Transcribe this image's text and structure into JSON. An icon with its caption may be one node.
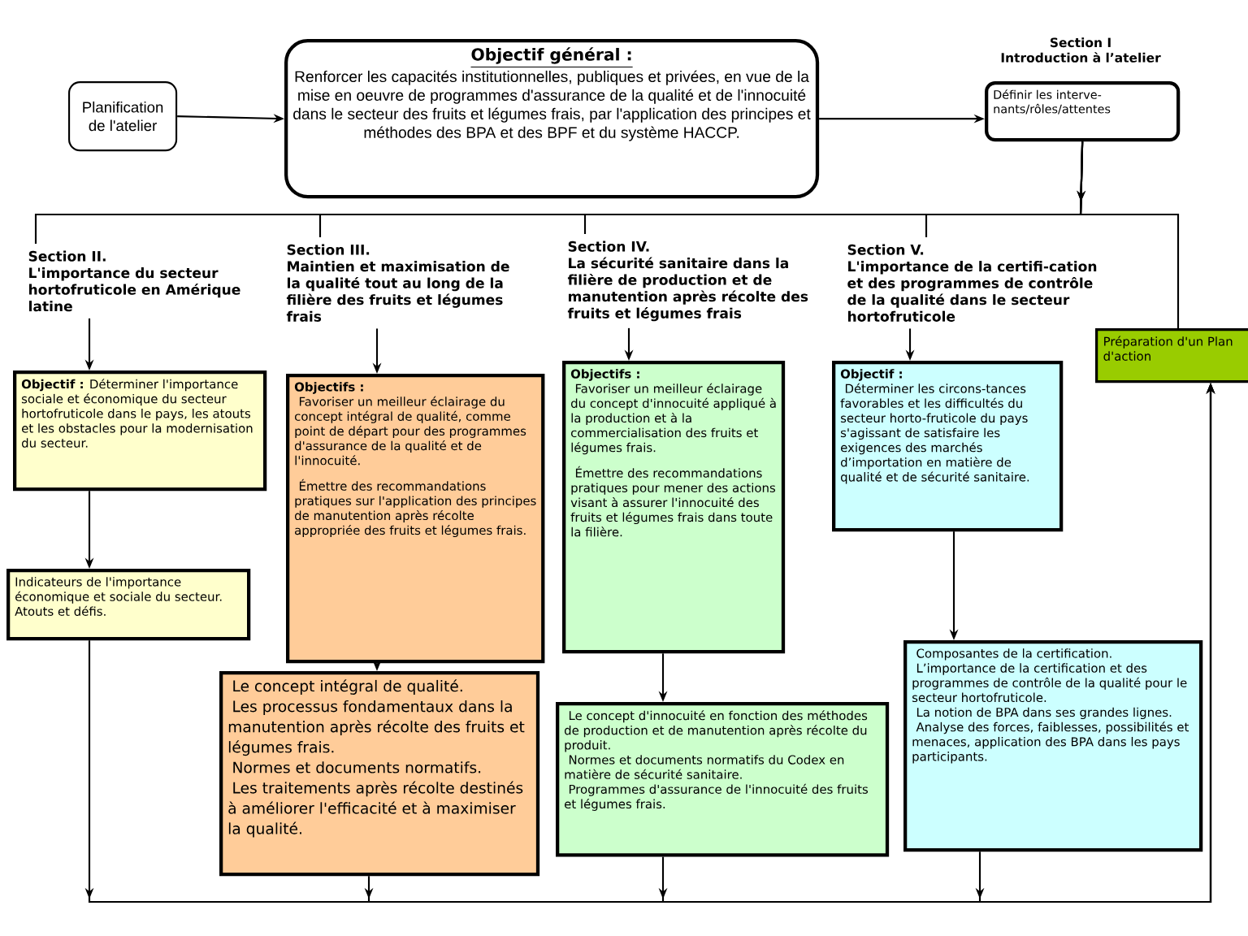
{
  "diagram": {
    "nodes": [
      {
        "text": [
          "Planification de l'atelier"
        ]
      },
      {
        "text": [
          "Objectif général :",
          "Renforcer les capacités institutionnelles, publiques et privées, en vue de la mise en oeuvre de programmes d'assurance de la qualité et de l'innocuité dans le secteur des fruits et légumes frais, par l'application des principes et méthodes des BPA et des BPF et du système HACCP."
        ]
      },
      {
        "text": [
          "Section I",
          "Introduction à l’atelier",
          "Définir les interve- nants/rôles/attentes"
        ]
      },
      {
        "text": [
          "Section II.",
          "L'importance du secteur hortofruticole en Amérique latine"
        ]
      },
      {
        "text": [
          "Section III.",
          "Maintien et maximisation de la qualité tout au long de la filière des fruits et légumes frais"
        ]
      },
      {
        "text": [
          "Section IV.",
          "La sécurité sanitaire dans la filière de production et de manutention après récolte des fruits et légumes frais"
        ]
      },
      {
        "text": [
          "Section V.",
          "L'importance de la  certifi-cation et des programmes de contrôle de la qualité dans le secteur hortofruticole"
        ]
      },
      {
        "text": [
          "Objectif :",
          "Déterminer l'importance sociale et économique du secteur hortofruticole dans le pays, les atouts et les obstacles pour la modernisation du secteur."
        ]
      },
      {
        "text": [
          "Indicateurs de l'importance économique et sociale du secteur. Atouts et défis."
        ]
      },
      {
        "text": [
          "Objectifs :",
          "Favoriser un meilleur éclairage du concept intégral de qualité, comme point de départ pour des programmes d'assurance de la qualité et de l'innocuité.",
          "Émettre des recommandations pratiques sur l'application des principes de manutention après récolte appropriée des fruits et légumes frais."
        ]
      },
      {
        "text": [
          "Le concept intégral de qualité.",
          "Les processus fondamentaux dans la manutention après récolte des fruits et légumes frais.",
          "Normes et documents normatifs.",
          "Les traitements après récolte destinés à améliorer l'efficacité et à maximiser la qualité."
        ]
      },
      {
        "text": [
          "Objectifs :",
          "Favoriser un meilleur éclairage du concept d'innocuité appliqué à la production et à la commercialisation des fruits et légumes frais.",
          "Émettre des recommandations pratiques pour mener des actions visant à assurer l'innocuité des fruits et légumes frais dans toute la filière."
        ]
      },
      {
        "text": [
          "Le concept d'innocuité en fonction des méthodes de production et de manutention après récolte du produit.",
          "Normes et documents normatifs du Codex en matière de sécurité sanitaire.",
          "Programmes d'assurance de l'innocuité des fruits et légumes frais."
        ]
      },
      {
        "text": [
          "Objectif :",
          "Déterminer les circons-tances favorables et les difficultés du secteur horto-fruticole du pays s'agissant de satisfaire les exigences des marchés d’importation en matière de qualité et de sécurité sanitaire."
        ]
      },
      {
        "text": [
          "Composantes de la certification.",
          "L’importance de la certification et des programmes de contrôle de la qualité pour le secteur hortofruticole.",
          "La notion de BPA dans ses grandes lignes.",
          "Analyse des forces, faiblesses, possibilités et menaces, application des BPA dans les pays participants."
        ]
      },
      {
        "text": [
          "Préparation d'un Plan d'action"
        ]
      }
    ],
    "edges": [
      {
        "from": 0,
        "to": 1,
        "arrow": "to"
      },
      {
        "from": 1,
        "to": 2,
        "arrow": "to"
      },
      {
        "from": 2,
        "to": 3,
        "arrow": "none"
      },
      {
        "from": 2,
        "to": 4,
        "arrow": "none"
      },
      {
        "from": 2,
        "to": 5,
        "arrow": "none"
      },
      {
        "from": 2,
        "to": 6,
        "arrow": "to"
      },
      {
        "from": 2,
        "to": 15,
        "arrow": "to"
      },
      {
        "from": 3,
        "to": 7,
        "arrow": "to"
      },
      {
        "from": 7,
        "to": 8,
        "arrow": "to"
      },
      {
        "from": 4,
        "to": 9,
        "arrow": "to"
      },
      {
        "from": 9,
        "to": 10,
        "arrow": "to"
      },
      {
        "from": 5,
        "to": 11,
        "arrow": "to"
      },
      {
        "from": 11,
        "to": 12,
        "arrow": "to"
      },
      {
        "from": 6,
        "to": 13,
        "arrow": "to"
      },
      {
        "from": 13,
        "to": 14,
        "arrow": "to"
      },
      {
        "from": 8,
        "to": 15,
        "arrow": "to"
      },
      {
        "from": 10,
        "to": 15,
        "arrow": "to"
      },
      {
        "from": 12,
        "to": 15,
        "arrow": "to"
      },
      {
        "from": 14,
        "to": 15,
        "arrow": "to"
      }
    ]
  }
}
